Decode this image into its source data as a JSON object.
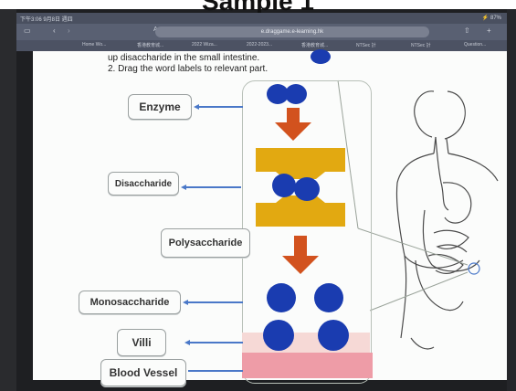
{
  "heading": "Sample 1",
  "status_bar": {
    "left": "下午3:06 9月8日 週四",
    "right": "⚡ 87%"
  },
  "browser": {
    "url": "e.draggame.e-learning.hk",
    "tab_labels": [
      "Aa",
      "Home Wo...",
      "香港教育城...",
      "2022 Wiza...",
      "2022-2023...",
      "香港教育城...",
      "NTSec 計",
      "NTSec 計",
      "Question..."
    ]
  },
  "instructions": {
    "line1": "up disaccharide in the small intestine.",
    "line2": "2. Drag the word labels to relevant part."
  },
  "labels": {
    "enzyme": "Enzyme",
    "disaccharide": "Disaccharide",
    "polysaccharide": "Polysaccharide",
    "monosaccharide": "Monosaccharide",
    "villi": "Villi",
    "blood_vessel": "Blood Vessel"
  },
  "colors": {
    "molecule": "#1a3cb0",
    "arrow": "#d2521e",
    "enzyme_shape": "#e2a911",
    "villi_band": "#f6d9d6",
    "blood_band": "#ee9ca7",
    "pointer_line": "#4a78c8"
  }
}
